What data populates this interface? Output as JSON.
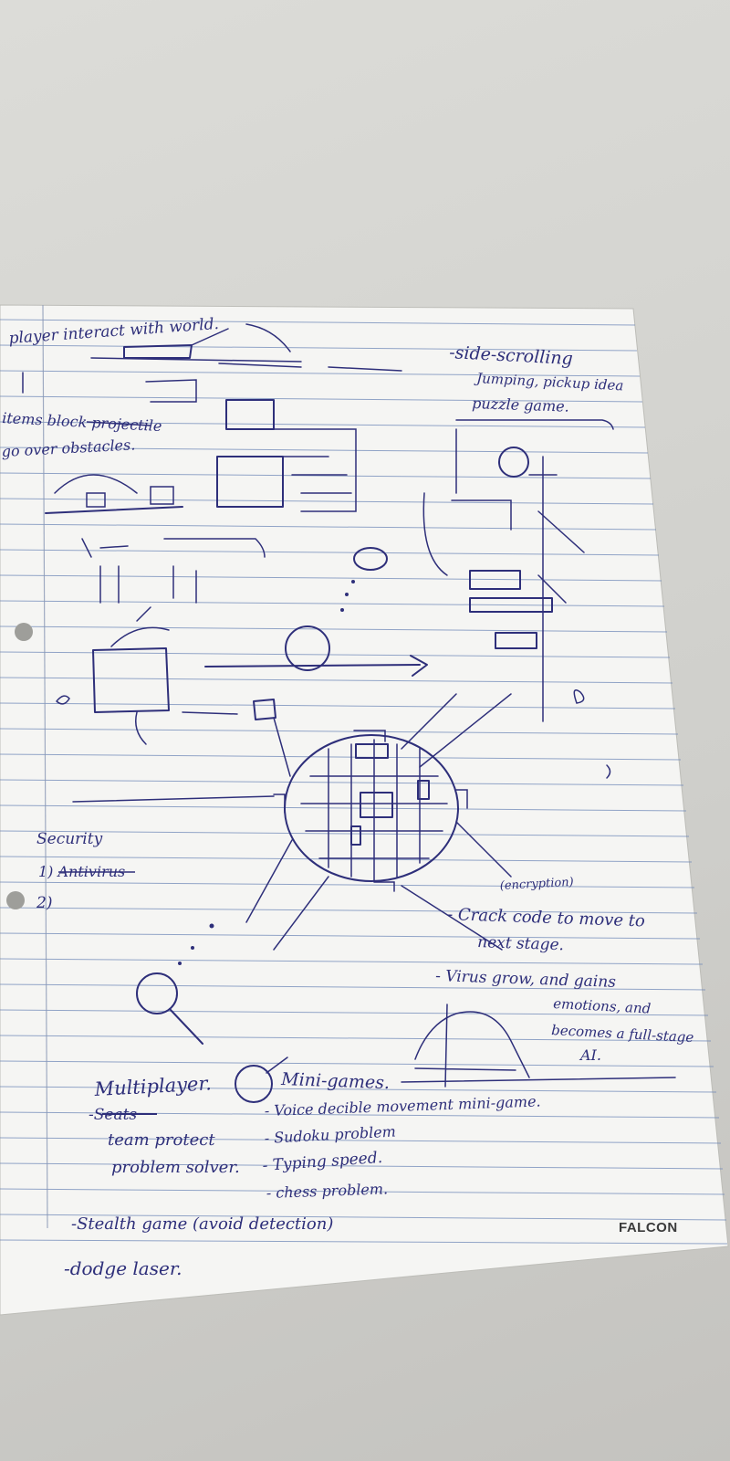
{
  "brand": "FALCON",
  "notes": {
    "top_left": "player interact with world.",
    "items_block": "items block projectile",
    "items_block_strike": "projectile",
    "go_over": "go over obstacles.",
    "side_scrolling": "-side-scrolling",
    "jumping": "Jumping, pickup idea",
    "puzzle": "puzzle game.",
    "security_heading": "Security",
    "security_item1": "1) Antivirus",
    "security_item2": "2)",
    "encryption": "(encryption)",
    "crack_code": "- Crack code to move to",
    "next_stage": "next stage.",
    "virus_grow": "- Virus grow, and gains",
    "emotions": "emotions, and",
    "becomes": "becomes a full-stage",
    "ai": "AI.",
    "multiplayer_heading": "Multiplayer.",
    "multiplayer_struck": "-Seats",
    "team_protect": "team protect",
    "problem_solver": "problem solver.",
    "minigames_heading": "Mini-games.",
    "minigame_1": "- Voice decible movement mini-game.",
    "minigame_2": "- Sudoku problem",
    "minigame_3": "- Typing speed.",
    "minigame_4": "- chess problem.",
    "stealth": "-Stealth game (avoid detection)",
    "dodge": "-dodge laser."
  }
}
